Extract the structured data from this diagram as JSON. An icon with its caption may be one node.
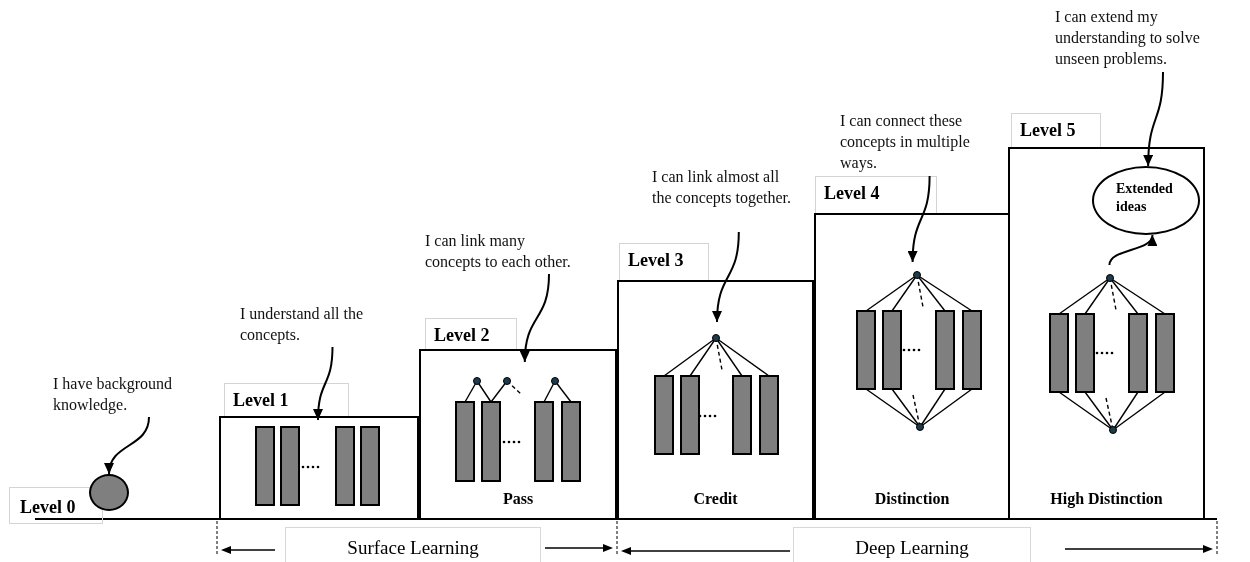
{
  "diagram": {
    "nodes": [
      {
        "text": [
          "I have background knowledge."
        ]
      },
      {
        "text": [
          "Level 0"
        ]
      },
      {
        "text": [],
        "shape": "circle"
      },
      {
        "text": [
          "I understand all the concepts."
        ]
      },
      {
        "text": [
          "Level 1"
        ]
      },
      {
        "text": [],
        "shape": "picture",
        "in": 4
      },
      {
        "text": [
          "I can link many concepts to each other."
        ]
      },
      {
        "text": [
          "Level 2",
          "Pass"
        ]
      },
      {
        "text": [],
        "shape": "picture",
        "in": 7
      },
      {
        "text": [
          "I can link almost all the concepts together."
        ]
      },
      {
        "text": [
          "Level 3",
          "Credit"
        ]
      },
      {
        "text": [],
        "shape": "picture",
        "in": 10
      },
      {
        "text": [
          "I can connect these concepts in multiple ways."
        ]
      },
      {
        "text": [
          "Level 4",
          "Distinction"
        ]
      },
      {
        "text": [],
        "shape": "picture",
        "in": 13
      },
      {
        "text": [
          "I can extend my understanding to solve unseen problems."
        ]
      },
      {
        "text": [
          "Level 5",
          "High Distinction"
        ]
      },
      {
        "text": [
          "Extended ideas"
        ],
        "in": 16
      },
      {
        "text": [],
        "shape": "picture",
        "in": 16
      },
      {
        "text": [
          "Surface Learning"
        ]
      },
      {
        "text": [
          "Deep Learning"
        ]
      }
    ],
    "edges": [
      {
        "from": 0,
        "to": 2,
        "arrow": "to"
      },
      {
        "from": 3,
        "to": 5,
        "arrow": "to"
      },
      {
        "from": 6,
        "to": 8,
        "arrow": "to"
      },
      {
        "from": 9,
        "to": 11,
        "arrow": "to"
      },
      {
        "from": 12,
        "to": 14,
        "arrow": "to"
      },
      {
        "from": 15,
        "to": 17,
        "arrow": "to"
      },
      {
        "from": 18,
        "to": 17,
        "arrow": "to"
      }
    ]
  }
}
